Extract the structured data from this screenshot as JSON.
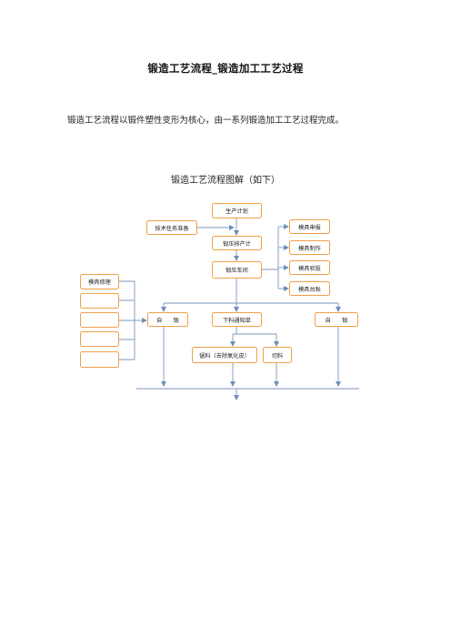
{
  "document": {
    "title": "锻造工艺流程_锻造加工工艺过程",
    "intro": "锻造工艺流程以锻件塑性变形为核心，由一系列锻造加工工艺过程完成。",
    "diagram_title": "锻造工艺流程图解（如下）"
  },
  "flowchart": {
    "nodes": {
      "production_plan": "生产计划",
      "tech_prep": "技术任务准备",
      "forging_plan": "锻压排产计",
      "forging_workshop": "锻压车间",
      "mold_apply": "模具申报",
      "mold_make": "模具制作",
      "mold_check": "模具验投",
      "mold_account": "模具台账",
      "mold_repair": "模具修理",
      "self_forge_left": "自　　锻",
      "blanking_notice": "下料通知单",
      "self_forge_right": "自　　锻",
      "saw_material": "锯料（去除氧化皮）",
      "cut_material": "切料"
    }
  }
}
